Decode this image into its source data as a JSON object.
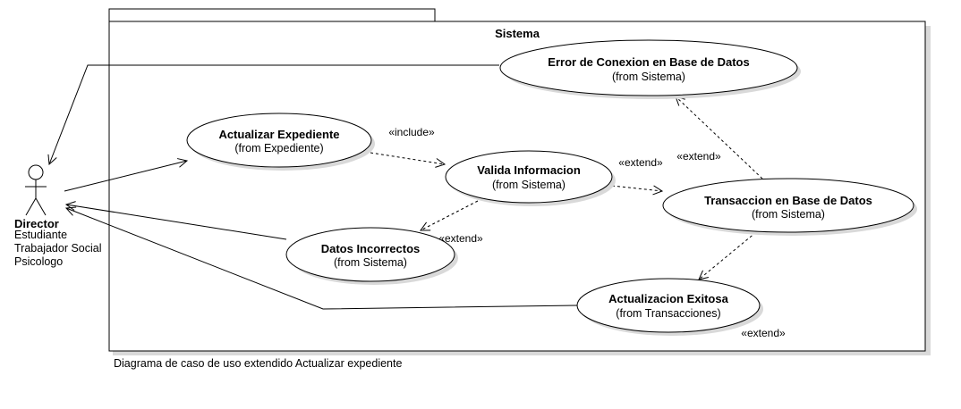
{
  "system": {
    "title": "Sistema"
  },
  "caption": "Diagrama de caso de uso extendido Actualizar expediente",
  "actor": {
    "name": "Director",
    "roles": [
      "Estudiante",
      "Trabajador Social",
      "Psicologo"
    ]
  },
  "use_cases": {
    "error_conexion": {
      "name": "Error de Conexion en Base de Datos",
      "from": "(from Sistema)"
    },
    "actualizar_expediente": {
      "name": "Actualizar Expediente",
      "from": "(from Expediente)"
    },
    "valida_informacion": {
      "name": "Valida Informacion",
      "from": "(from Sistema)"
    },
    "transaccion_bd": {
      "name": "Transaccion en Base de Datos",
      "from": "(from Sistema)"
    },
    "datos_incorrectos": {
      "name": "Datos Incorrectos",
      "from": "(from Sistema)"
    },
    "actualizacion_exitosa": {
      "name": "Actualizacion Exitosa",
      "from": "(from Transacciones)"
    }
  },
  "stereotypes": {
    "include": "«include»",
    "extend_1": "«extend»",
    "extend_2": "«extend»",
    "extend_3": "«extend»",
    "extend_4": "«extend»"
  }
}
